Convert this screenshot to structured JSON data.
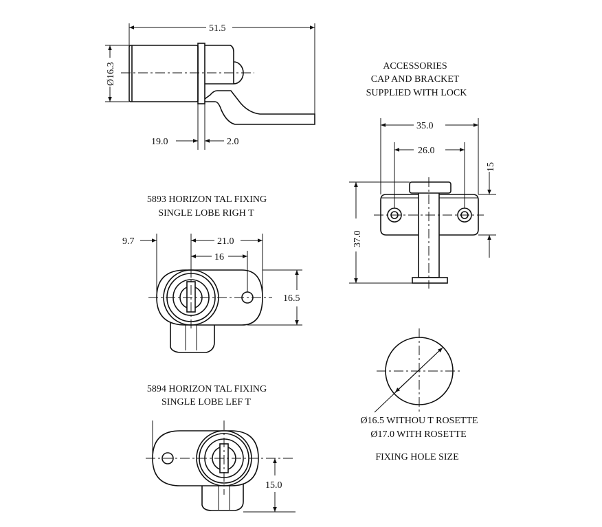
{
  "top_view": {
    "dim_total_length": "51.5",
    "dim_diameter": "Ø16.3",
    "dim_body": "19.0",
    "dim_collar": "2.0"
  },
  "accessories": {
    "title_lines": [
      "ACCESSORIES",
      "CAP AND BRACKET",
      "SUPPLIED WITH LOCK"
    ],
    "dim_width": "35.0",
    "dim_hole_centers": "26.0",
    "dim_bracket_height": "15",
    "dim_height": "37.0"
  },
  "right_fixing": {
    "title_lines": [
      "5893 HORIZON TAL FIXING",
      "SINGLE LOBE RIGH T"
    ],
    "dim_offset": "9.7",
    "dim_lobe": "21.0",
    "dim_hole": "16",
    "dim_height": "16.5"
  },
  "left_fixing": {
    "title_lines": [
      "5894 HORIZON TAL FIXING",
      "SINGLE LOBE LEF T"
    ],
    "dim_height": "15.0"
  },
  "fixing_hole": {
    "size_lines": [
      "Ø16.5 WITHOU T ROSETTE",
      "Ø17.0 WITH ROSETTE"
    ],
    "caption": "FIXING HOLE SIZE"
  }
}
